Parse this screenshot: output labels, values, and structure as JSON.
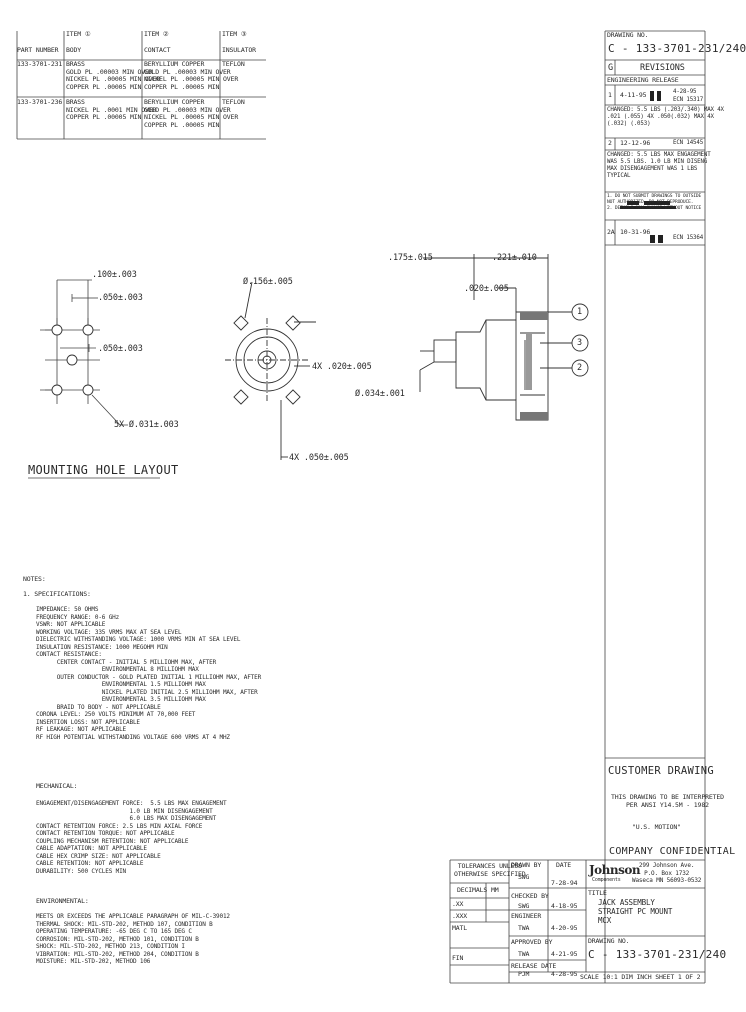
{
  "materials_table": {
    "headers": {
      "part_number": "PART NUMBER",
      "body_item": "ITEM ①",
      "body_label": "BODY",
      "contact_item": "ITEM ②",
      "contact_label": "CONTACT",
      "insulator_item": "ITEM ③",
      "insulator_label": "INSULATOR"
    },
    "rows": [
      {
        "part_number": "133-3701-231",
        "body": "BRASS\nGOLD PL .00003 MIN OVER\nNICKEL PL .00005 MIN OVER\nCOPPER PL .00005 MIN",
        "contact": "BERYLLIUM COPPER\nGOLD PL .00003 MIN OVER\nNICKEL PL .00005 MIN OVER\nCOPPER PL .00005 MIN",
        "insulator": "TEFLON"
      },
      {
        "part_number": "133-3701-236",
        "body": "BRASS\nNICKEL PL .0001 MIN OVER\nCOPPER PL .00005 MIN",
        "contact": "BERYLLIUM COPPER\nGOLD PL .00003 MIN OVER\nNICKEL PL .00005 MIN OVER\nCOPPER PL .00005 MIN",
        "insulator": "TEFLON"
      }
    ]
  },
  "title_block_top": {
    "drawing_no_label": "DRAWING NO.",
    "drawing_no": "C - 133-3701-231/240",
    "rev_letter": "G",
    "revisions_label": "REVISIONS",
    "eng_release": "ENGINEERING RELEASE",
    "rev1_num": "1",
    "rev1_date": "4-11-95",
    "rev1_side": "4-28-95\nECN 15317",
    "rev1_desc": "CHANGED: 5.5 LBS (.203/.340) MAX 4X\n.021 (.055) 4X .050(.032) MAX 4X\n(.032) (.053)",
    "rev2_num": "2",
    "rev2_date": "12-12-96",
    "rev2_ecn": "ECN 14545",
    "rev2_desc": "CHANGED: 5.5 LBS MAX ENGAGEMENT\nWAS 5.5 LBS. 1.0 LB MIN DISENG\nMAX DISENGAGEMENT WAS 1 LBS\nTYPICAL",
    "rev2_note": "1. DO NOT SUBMIT DRAWINGS TO OUTSIDE\nNOT AUTHORIZED. DO NOT REPRODUCE.\n2. DETAILS MAY CHANGE WITHOUT NOTICE",
    "rev3_num": "2A",
    "rev3_date": "10-31-96",
    "rev3_ecn": "ECN 15364"
  },
  "dimensions": {
    "d_175": ".175±.015",
    "d_221": ".221±.010",
    "d_020b": ".020±.005",
    "d_034": "Ø.034±.001",
    "d_156": "Ø.156±.005",
    "d_020": "4X .020±.005",
    "d_050b": "4X .050±.005",
    "d_100": ".100±.003",
    "d_050a": ".050±.003",
    "d_050c": ".050±.003",
    "d_031": "5X Ø.031±.003"
  },
  "callouts": {
    "c1": "1",
    "c3": "3",
    "c2": "2"
  },
  "layout_title": "MOUNTING HOLE LAYOUT",
  "notes": {
    "heading": "NOTES:",
    "spec_heading": "1.  SPECIFICATIONS:",
    "electrical": "IMPEDANCE: 50 OHMS\nFREQUENCY RANGE: 0-6 GHz\nVSWR: NOT APPLICABLE\nWORKING VOLTAGE: 335 VRMS MAX AT SEA LEVEL\nDIELECTRIC WITHSTANDING VOLTAGE: 1000 VRMS MIN AT SEA LEVEL\nINSULATION RESISTANCE: 1000 MEGOHM MIN\nCONTACT RESISTANCE:\n      CENTER CONTACT - INITIAL 5 MILLIOHM MAX, AFTER\n                   ENVIRONMENTAL 8 MILLIOHM MAX\n      OUTER CONDUCTOR - GOLD PLATED INITIAL 1 MILLIOHM MAX, AFTER\n                   ENVIRONMENTAL 1.5 MILLIOHM MAX\n                   NICKEL PLATED INITIAL 2.5 MILLIOHM MAX, AFTER\n                   ENVIRONMENTAL 3.5 MILLIOHM MAX\n      BRAID TO BODY - NOT APPLICABLE\nCORONA LEVEL: 250 VOLTS MINIMUM AT 70,000 FEET\nINSERTION LOSS: NOT APPLICABLE\nRF LEAKAGE: NOT APPLICABLE\nRF HIGH POTENTIAL WITHSTANDING VOLTAGE 600 VRMS AT 4 MHZ",
    "mech_heading": "MECHANICAL:",
    "mechanical": "ENGAGEMENT/DISENGAGEMENT FORCE:  5.5 LBS MAX ENGAGEMENT\n                           1.0 LB MIN DISENGAGEMENT\n                           6.0 LBS MAX DISENGAGEMENT\nCONTACT RETENTION FORCE: 2.5 LBS MIN AXIAL FORCE\nCONTACT RETENTION TORQUE: NOT APPLICABLE\nCOUPLING MECHANISM RETENTION: NOT APPLICABLE\nCABLE ADAPTATION: NOT APPLICABLE\nCABLE HEX CRIMP SIZE: NOT APPLICABLE\nCABLE RETENTION: NOT APPLICABLE\nDURABILITY: 500 CYCLES MIN",
    "env_heading": "ENVIRONMENTAL:",
    "environmental": "MEETS OR EXCEEDS THE APPLICABLE PARAGRAPH OF MIL-C-39012\nTHERMAL SHOCK: MIL-STD-202, METHOD 107, CONDITION B\nOPERATING TEMPERATURE: -65 DEG C TO 165 DEG C\nCORROSION: MIL-STD-202, METHOD 101, CONDITION B\nSHOCK: MIL-STD-202, METHOD 213, CONDITION I\nVIBRATION: MIL-STD-202, METHOD 204, CONDITION B\nMOISTURE: MIL-STD-202, METHOD 106"
  },
  "side_block": {
    "customer_drawing": "CUSTOMER DRAWING",
    "interpret": "THIS DRAWING TO BE INTERPRETED\nPER ANSI Y14.5M - 1982",
    "usm": "\"U.S. MOTION\"",
    "confidential": "COMPANY CONFIDENTIAL"
  },
  "title_block_bottom": {
    "tolerances": "TOLERANCES UNLESS\nOTHERWISE SPECIFIED",
    "decimals": "DECIMALS",
    "mm": "MM",
    "xx": ".XX",
    "xxx": ".XXX",
    "matl": "MATL",
    "fin": "FIN",
    "drawn_by_label": "DRAWN BY",
    "drawn_by": "SWG",
    "drawn_date_label": "DATE",
    "drawn_date": "7-28-94",
    "checked_label": "CHECKED BY",
    "checked_by": "SWG",
    "checked_date": "4-18-95",
    "eng_label": "ENGINEER",
    "eng_by": "TWA",
    "eng_date": "4-20-95",
    "approved_label": "APPROVED BY",
    "approved_by": "TWA",
    "approved_date": "4-21-95",
    "release_label": "RELEASE DATE",
    "release_by": "PJM",
    "release_date": "4-28-95",
    "company": "Johnson",
    "company_sub": "Components",
    "address": "299 Johnson Ave.\nP.O. Box 1732\nWaseca MN 56093-0532",
    "title_label": "TITLE",
    "title": "JACK ASSEMBLY\nSTRAIGHT PC MOUNT\nMCX",
    "dwg_no_label": "DRAWING NO.",
    "dwg_no": "C - 133-3701-231/240",
    "scale": "SCALE  10:1     DIM  INCH        SHEET 1  OF  2"
  }
}
